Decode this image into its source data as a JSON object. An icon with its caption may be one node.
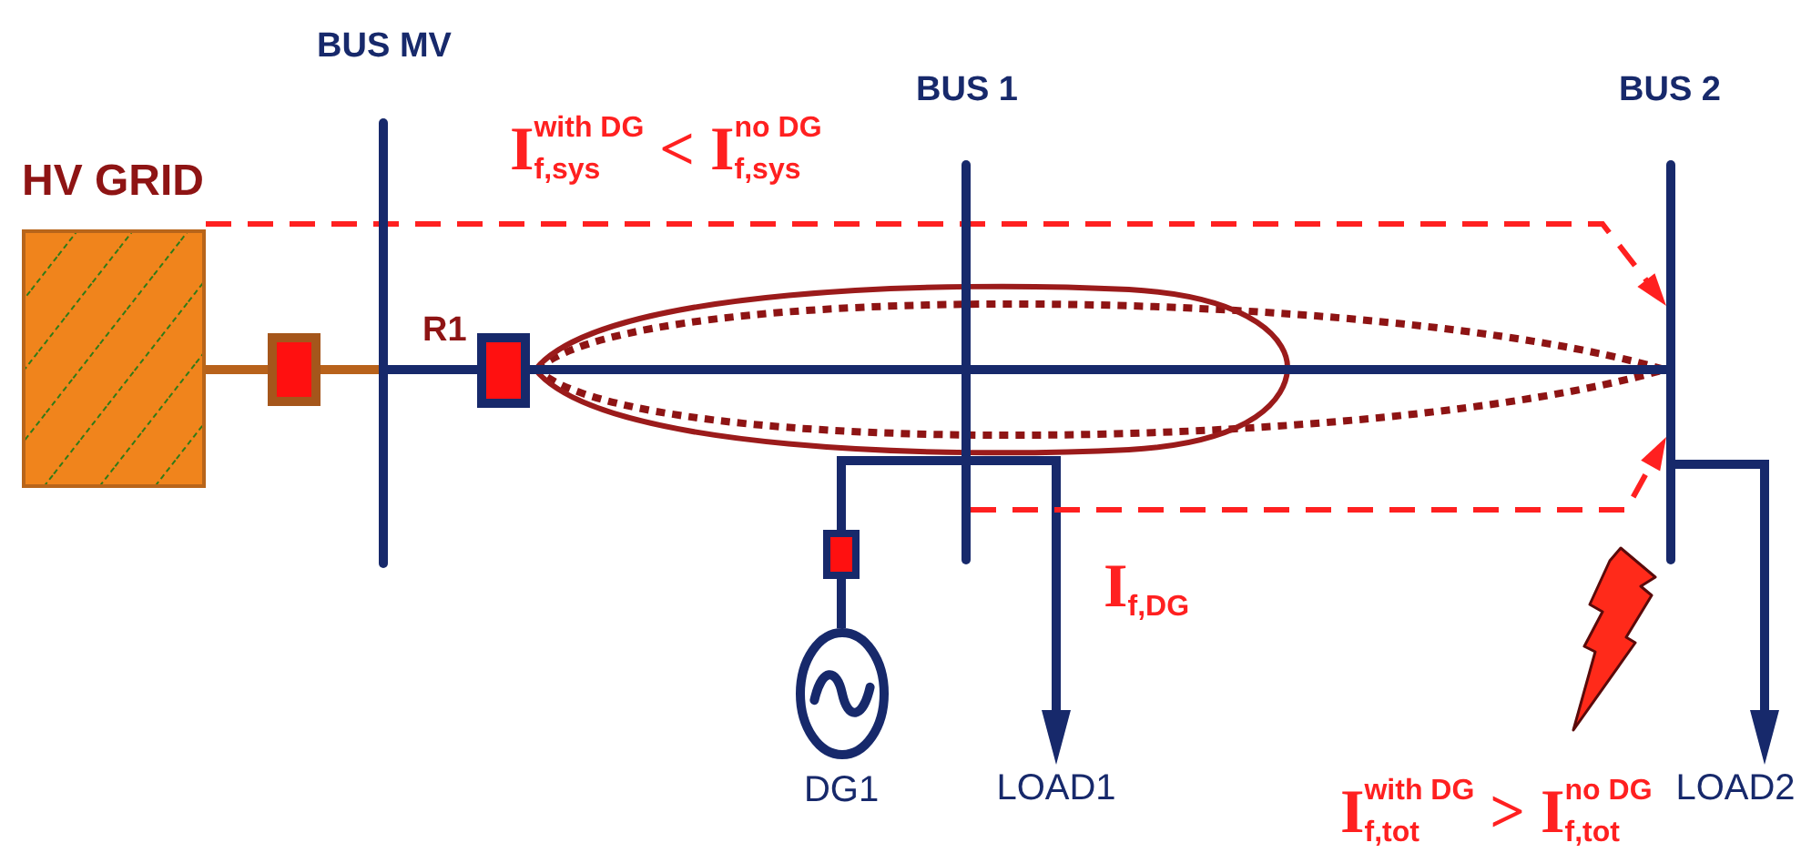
{
  "diagram": {
    "nodes": [
      {
        "text": [
          "HV GRID"
        ]
      },
      {
        "text": [],
        "shape": "box"
      },
      {
        "text": [],
        "shape": "bar",
        "beside": [
          "BUS MV"
        ]
      },
      {
        "text": [],
        "shape": "box",
        "beside": [
          "R1"
        ]
      },
      {
        "text": [],
        "shape": "bar",
        "beside": [
          "BUS 1"
        ]
      },
      {
        "text": [],
        "shape": "bar",
        "beside": [
          "BUS 2"
        ]
      },
      {
        "text": [],
        "shape": "box"
      },
      {
        "text": [],
        "shape": "circle",
        "beside": [
          "DG1"
        ]
      },
      {
        "text": [
          "LOAD1"
        ]
      },
      {
        "text": [
          "LOAD2"
        ]
      }
    ],
    "edges": [
      {
        "from": 0,
        "to": 1,
        "arrow": "none",
        "color": "#b8621b"
      },
      {
        "from": 1,
        "to": 2,
        "arrow": "none",
        "color": "#b8621b"
      },
      {
        "from": 2,
        "to": 3,
        "arrow": "none"
      },
      {
        "from": 3,
        "to": 4,
        "arrow": "none"
      },
      {
        "from": 4,
        "to": 5,
        "arrow": "none"
      },
      {
        "from": 4,
        "to": 6,
        "arrow": "none"
      },
      {
        "from": 6,
        "to": 7,
        "arrow": "none"
      },
      {
        "from": 4,
        "to": 8,
        "arrow": "to"
      },
      {
        "from": 5,
        "to": 9,
        "arrow": "to"
      },
      {
        "from": 0,
        "to": 5,
        "arrow": "to",
        "style": "dashed",
        "color": "#ff2020"
      },
      {
        "from": 4,
        "to": 5,
        "arrow": "to",
        "style": "dashed",
        "color": "#ff2020"
      }
    ],
    "labels": [
      "I$_{f,sys}$$^{with DG}$ < I$_{f,sys}$$^{no DG}$",
      "I$_{f,DG}$",
      "I$_{f,tot}$$^{with DG}$ > I$_{f,tot}$$^{no DG}$"
    ]
  }
}
